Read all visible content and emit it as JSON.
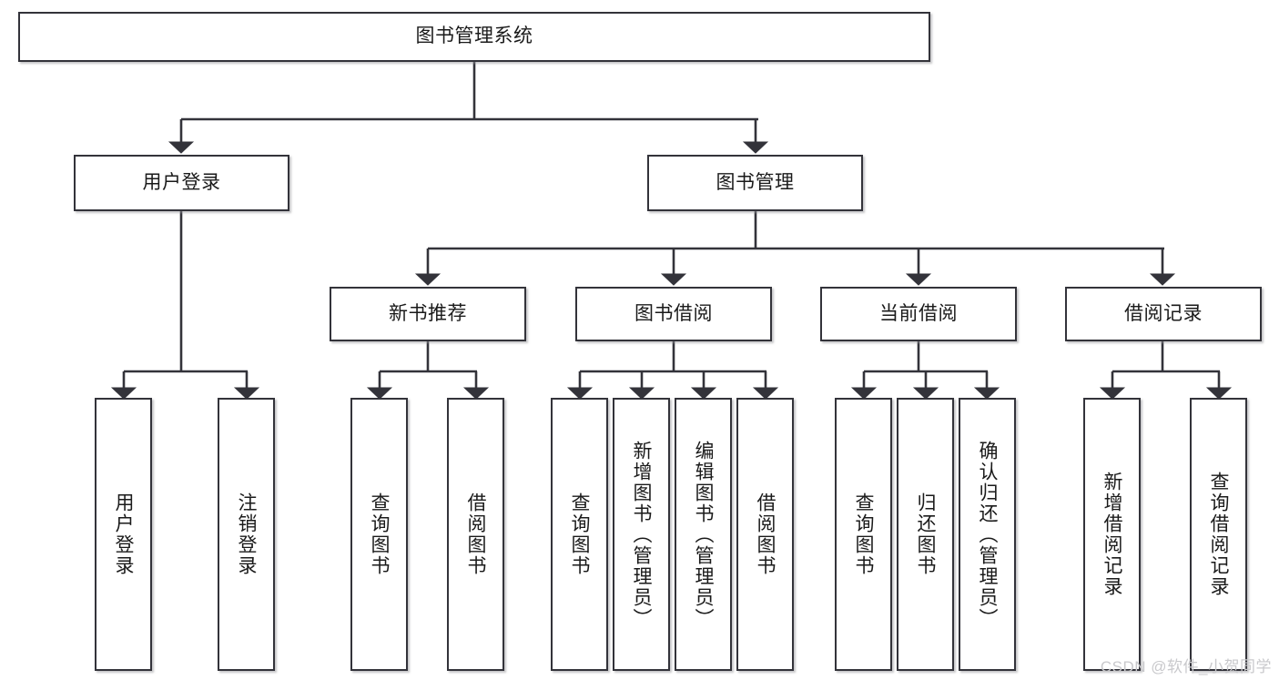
{
  "diagram": {
    "title": "图书管理系统",
    "watermark": "CSDN @软件_小贺同学",
    "colors": {
      "stroke": "#33333a",
      "background": "#ffffff",
      "text": "#1a1a1a",
      "watermark": "#c9c9cc"
    },
    "nodes": {
      "root": {
        "label": "图书管理系统"
      },
      "user_login": {
        "label": "用户登录"
      },
      "book_manage": {
        "label": "图书管理"
      },
      "new_book_rec": {
        "label": "新书推荐"
      },
      "book_borrow": {
        "label": "图书借阅"
      },
      "current_borrow": {
        "label": "当前借阅"
      },
      "borrow_record": {
        "label": "借阅记录"
      },
      "leaf_user_login": {
        "label": "用户登录"
      },
      "leaf_logout_login": {
        "label": "注销登录"
      },
      "leaf_query_book_1": {
        "label": "查询图书"
      },
      "leaf_borrow_book_1": {
        "label": "借阅图书"
      },
      "leaf_query_book_2": {
        "label": "查询图书"
      },
      "leaf_add_book_admin": {
        "label": "新增图书（管理员）"
      },
      "leaf_edit_book_admin": {
        "label": "编辑图书（管理员）"
      },
      "leaf_borrow_book_2": {
        "label": "借阅图书"
      },
      "leaf_query_book_3": {
        "label": "查询图书"
      },
      "leaf_return_book": {
        "label": "归还图书"
      },
      "leaf_confirm_return_admin": {
        "label": "确认归还（管理员）"
      },
      "leaf_add_borrow_record": {
        "label": "新增借阅记录"
      },
      "leaf_query_borrow_record": {
        "label": "查询借阅记录"
      }
    },
    "hierarchy": {
      "root": "图书管理系统",
      "children": [
        {
          "label": "用户登录",
          "children": [
            {
              "label": "用户登录"
            },
            {
              "label": "注销登录"
            }
          ]
        },
        {
          "label": "图书管理",
          "children": [
            {
              "label": "新书推荐",
              "children": [
                {
                  "label": "查询图书"
                },
                {
                  "label": "借阅图书"
                }
              ]
            },
            {
              "label": "图书借阅",
              "children": [
                {
                  "label": "查询图书"
                },
                {
                  "label": "新增图书（管理员）"
                },
                {
                  "label": "编辑图书（管理员）"
                },
                {
                  "label": "借阅图书"
                }
              ]
            },
            {
              "label": "当前借阅",
              "children": [
                {
                  "label": "查询图书"
                },
                {
                  "label": "归还图书"
                },
                {
                  "label": "确认归还（管理员）"
                }
              ]
            },
            {
              "label": "借阅记录",
              "children": [
                {
                  "label": "新增借阅记录"
                },
                {
                  "label": "查询借阅记录"
                }
              ]
            }
          ]
        }
      ]
    }
  }
}
